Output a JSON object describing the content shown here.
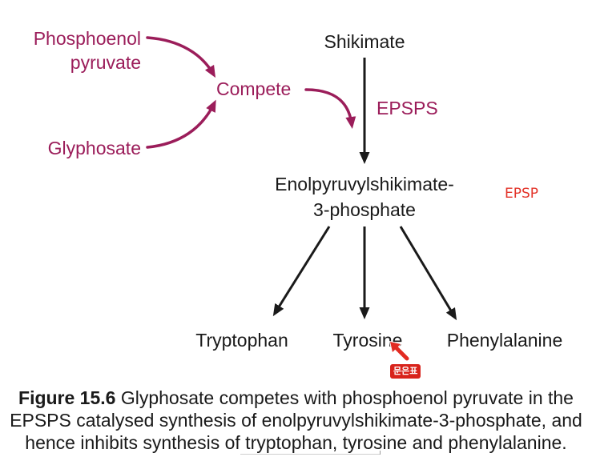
{
  "figure": {
    "labels": {
      "phosphoenol_line1": "Phosphoenol",
      "phosphoenol_line2": "pyruvate",
      "compete": "Compete",
      "glyphosate": "Glyphosate",
      "shikimate": "Shikimate",
      "epsps": "EPSPS",
      "epsp_line1": "Enolpyruvylshikimate-",
      "epsp_line2": "3-phosphate",
      "epsp_abbrev": "EPSP",
      "tryptophan": "Tryptophan",
      "tyrosine": "Tyrosine",
      "phenylalanine": "Phenylalanine"
    },
    "annotation_tag": "문은표",
    "caption": {
      "label": "Figure 15.6",
      "line1_text": "Glyphosate competes with phosphoenol pyruvate in the",
      "line2": "EPSPS catalysed synthesis of enolpyruvylshikimate-3-phosphate, and",
      "line3": "hence inhibits synthesis of tryptophan, tyrosine and phenylalanine."
    }
  },
  "colors": {
    "inhibitor_magenta": "#9b1d5a",
    "pathway_black": "#1a1a1a",
    "epsp_red": "#e3342a",
    "tag_red": "#d8231b"
  },
  "icons": {
    "annotation_pointer": "pointer-arrow-icon"
  }
}
